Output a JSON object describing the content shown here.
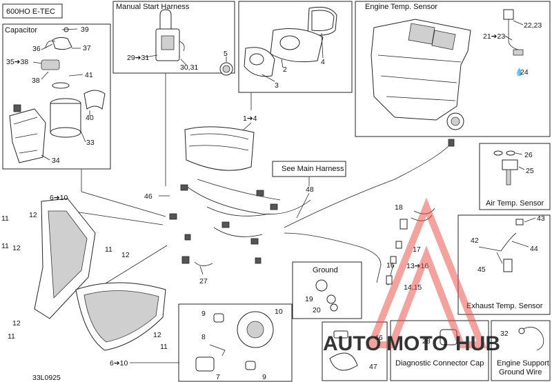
{
  "model_label": "600HO E-TEC",
  "diagram_code": "33L0925",
  "sections": {
    "capacitor": "Capacitor",
    "manual_start_harness": "Manual Start Harness",
    "engine_temp_sensor": "Engine Temp. Sensor",
    "see_main_harness": "See Main Harness",
    "air_temp_sensor": "Air Temp. Sensor",
    "exhaust_temp_sensor": "Exhaust Temp. Sensor",
    "ground": "Ground",
    "diagnostic_connector_cap": "Diagnostic Connector Cap",
    "engine_support_ground_wire_l1": "Engine Support",
    "engine_support_ground_wire_l2": "Ground Wire"
  },
  "callouts": {
    "c39": "39",
    "c36": "36",
    "c37": "37",
    "c35_38": "35➔38",
    "c38": "38",
    "c41": "41",
    "c40": "40",
    "c33": "33",
    "c34": "34",
    "c29_31": "29➔31",
    "c30_31": "30,31",
    "c5": "5",
    "c2": "2",
    "c3": "3",
    "c4": "4",
    "c1_4": "1➔4",
    "c21_23": "21➔23",
    "c22_23": "22,23",
    "c24": "24",
    "c26": "26",
    "c25": "25",
    "c48": "48",
    "c46_left": "46",
    "c27": "27",
    "c6_10_top": "6➔10",
    "c11_a": "11",
    "c12_a": "12",
    "c11_b": "11",
    "c12_b": "12",
    "c11_c": "11",
    "c12_c": "12",
    "c12_d": "12",
    "c11_d": "11",
    "c12_e": "12",
    "c11_e": "11",
    "c6_10_bottom": "6➔10",
    "c18": "18",
    "c17": "17",
    "c16": "16",
    "c13_16": "13➔16",
    "c14_15": "14,15",
    "c42": "42",
    "c43": "43",
    "c44": "44",
    "c45": "45",
    "c19": "19",
    "c20": "20",
    "c9_a": "9",
    "c10": "10",
    "c8": "8",
    "c7": "7",
    "c9_b": "9",
    "c46_bottom": "46",
    "c47": "47",
    "c28": "28",
    "c32": "32"
  },
  "watermark": {
    "part1": "AUTO",
    "part2": "MOTO",
    "part3": "HUB",
    "color_red": "#e8473f",
    "color_orange": "#f5a623",
    "color_gray": "#7a7a7a"
  }
}
